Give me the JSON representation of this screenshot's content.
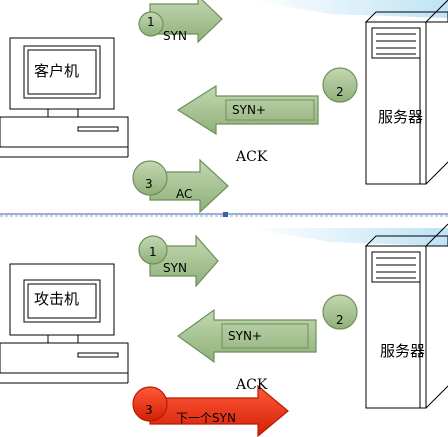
{
  "top": {
    "client_label": "客户机",
    "server_label": "服务器",
    "step1": "1",
    "step1_text": "SYN",
    "step2": "2",
    "step2_text": "SYN+",
    "step3": "3",
    "step3_text": "AC",
    "ack_label": "ACK"
  },
  "bottom": {
    "client_label": "攻击机",
    "server_label": "服务器",
    "step1": "1",
    "step1_text": "SYN",
    "step2": "2",
    "step2_text": "SYN+",
    "step3": "3",
    "step3_text": "下一个SYN",
    "ack_label": "ACK"
  },
  "colors": {
    "arrow_green": "#a4c290",
    "arrow_green_border": "#6f8f5a",
    "arrow_red": "#ee2d10",
    "divider": "#3b5fa6"
  }
}
